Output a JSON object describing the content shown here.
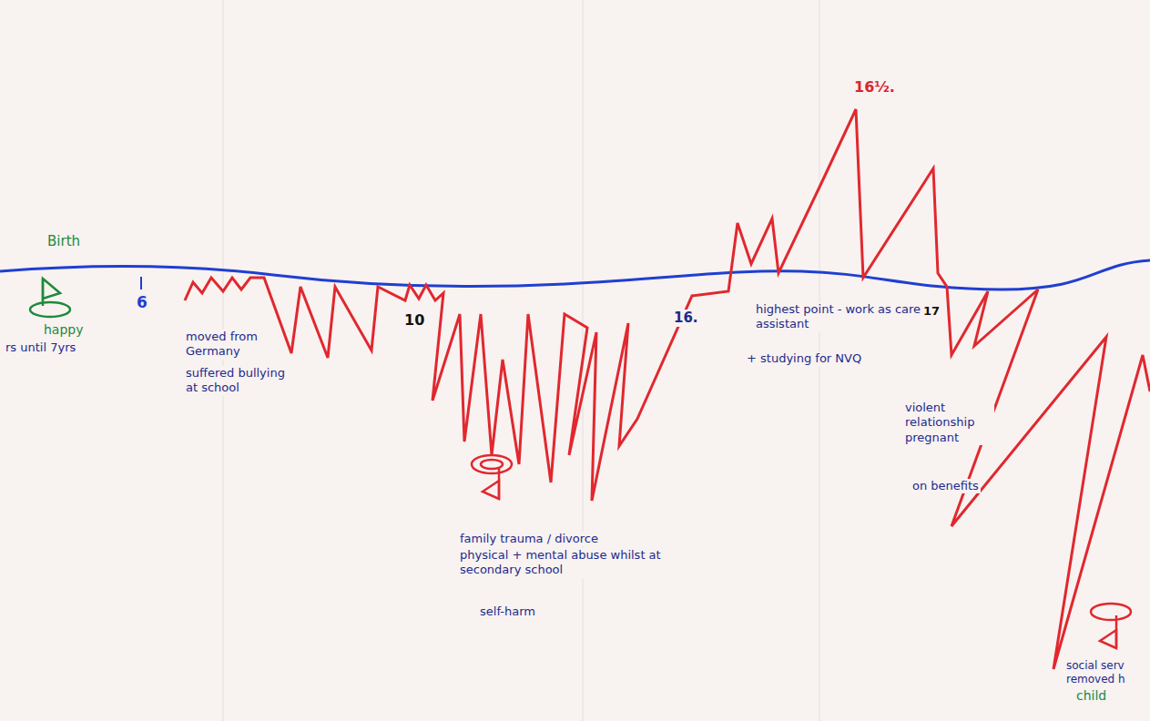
{
  "diagram": {
    "labels": [
      "Birth",
      "happy",
      "rs until 7yrs",
      "6",
      "moved from Germany",
      "suffered bullying at school",
      "10",
      "family trauma / divorce",
      "physical + mental abuse whilst at secondary school",
      "self-harm",
      "16.",
      "16½.",
      "highest point - work as care assistant",
      "+ studying for NVQ",
      "17",
      "violent relationship pregnant",
      "on benefits",
      "social serv removed h",
      "child"
    ]
  }
}
